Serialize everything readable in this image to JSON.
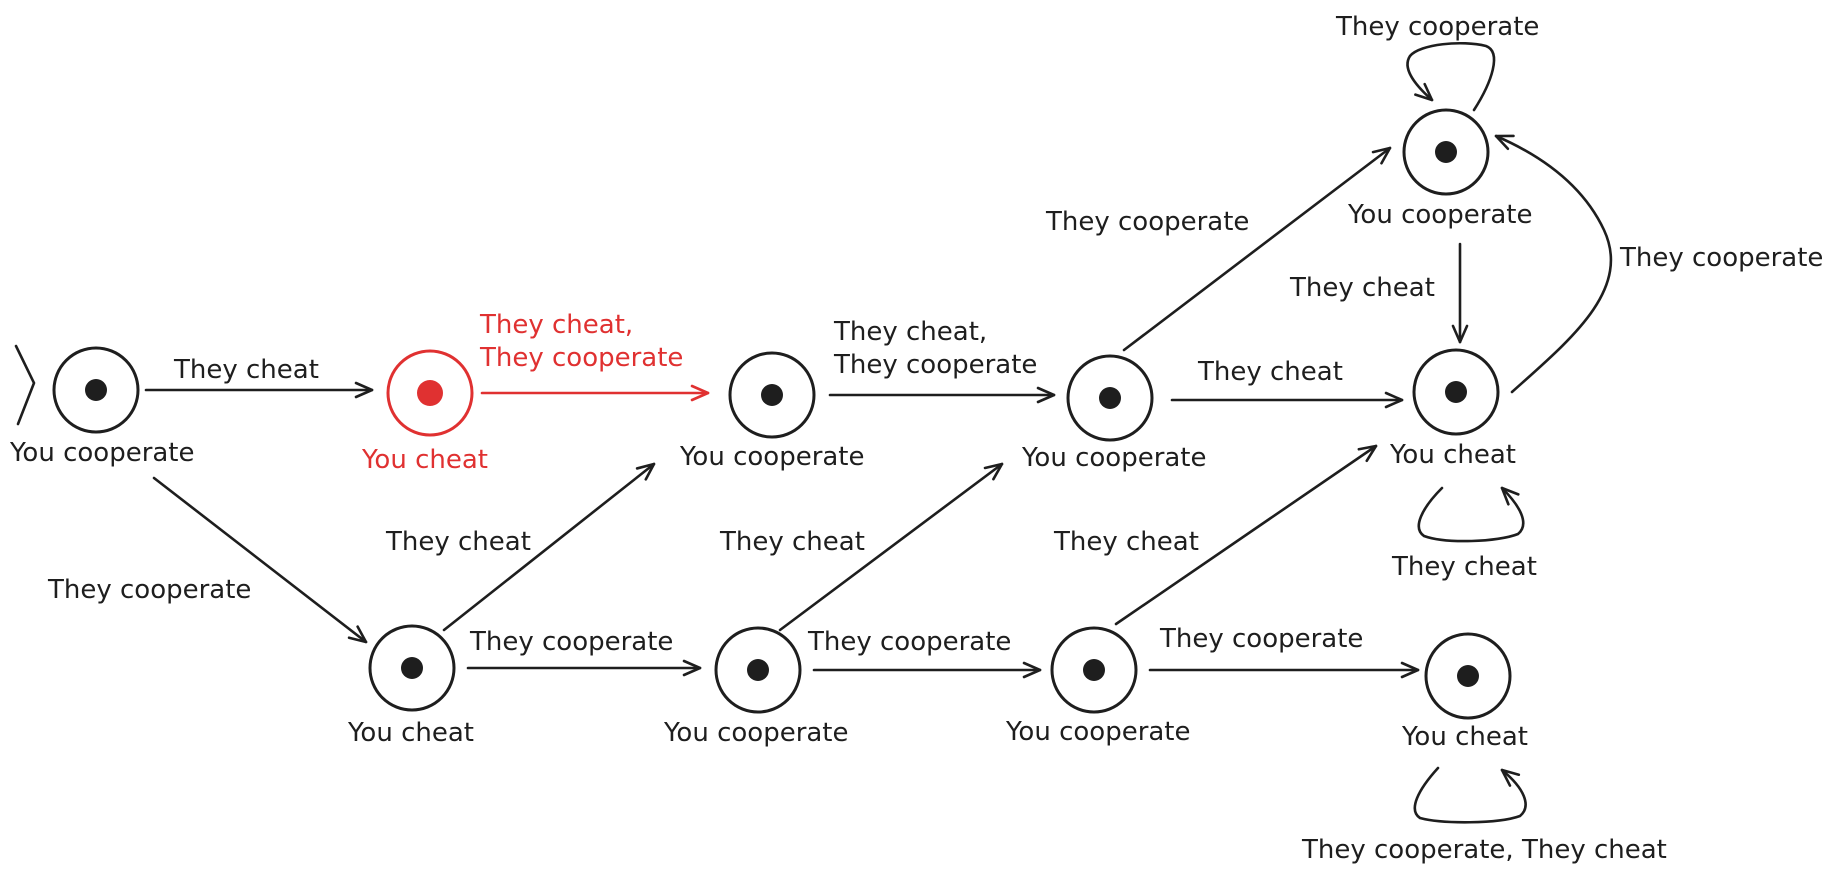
{
  "colors": {
    "ink": "#1e1e1e",
    "highlight": "#e03131",
    "background": "#ffffff"
  },
  "states": [
    {
      "id": "s0",
      "label": "You cooperate",
      "highlight": false
    },
    {
      "id": "s1",
      "label": "You cheat",
      "highlight": true
    },
    {
      "id": "s2",
      "label": "You cooperate",
      "highlight": false
    },
    {
      "id": "s3",
      "label": "You cooperate",
      "highlight": false
    },
    {
      "id": "s4",
      "label": "You cooperate",
      "highlight": false
    },
    {
      "id": "s5",
      "label": "You cheat",
      "highlight": false
    },
    {
      "id": "s6",
      "label": "You cheat",
      "highlight": false
    },
    {
      "id": "s7",
      "label": "You cooperate",
      "highlight": false
    },
    {
      "id": "s8",
      "label": "You cooperate",
      "highlight": false
    },
    {
      "id": "s9",
      "label": "You cheat",
      "highlight": false
    }
  ],
  "transitions": [
    {
      "from": "s0",
      "to": "s1",
      "label": [
        "They cheat"
      ],
      "highlight": false
    },
    {
      "from": "s0",
      "to": "s6",
      "label": [
        "They cooperate"
      ],
      "highlight": false
    },
    {
      "from": "s1",
      "to": "s2",
      "label": [
        "They cheat,",
        "They cooperate"
      ],
      "highlight": true
    },
    {
      "from": "s2",
      "to": "s3",
      "label": [
        "They cheat,",
        "They cooperate"
      ],
      "highlight": false
    },
    {
      "from": "s6",
      "to": "s2",
      "label": [
        "They cheat"
      ],
      "highlight": false
    },
    {
      "from": "s6",
      "to": "s7",
      "label": [
        "They cooperate"
      ],
      "highlight": false
    },
    {
      "from": "s7",
      "to": "s3",
      "label": [
        "They cheat"
      ],
      "highlight": false
    },
    {
      "from": "s7",
      "to": "s8",
      "label": [
        "They cooperate"
      ],
      "highlight": false
    },
    {
      "from": "s8",
      "to": "s5",
      "label": [
        "They cheat"
      ],
      "highlight": false
    },
    {
      "from": "s8",
      "to": "s9",
      "label": [
        "They cooperate"
      ],
      "highlight": false
    },
    {
      "from": "s3",
      "to": "s4",
      "label": [
        "They cooperate"
      ],
      "highlight": false
    },
    {
      "from": "s3",
      "to": "s5",
      "label": [
        "They cheat"
      ],
      "highlight": false
    },
    {
      "from": "s4",
      "to": "s5",
      "label": [
        "They cheat"
      ],
      "highlight": false
    },
    {
      "from": "s5",
      "to": "s4",
      "label": [
        "They cooperate"
      ],
      "highlight": false
    },
    {
      "from": "s4",
      "to": "s4",
      "label": [
        "They cooperate"
      ],
      "highlight": false
    },
    {
      "from": "s5",
      "to": "s5",
      "label": [
        "They cheat"
      ],
      "highlight": false
    },
    {
      "from": "s9",
      "to": "s9",
      "label": [
        "They cooperate, They cheat"
      ],
      "highlight": false
    }
  ],
  "start_state": "s0"
}
